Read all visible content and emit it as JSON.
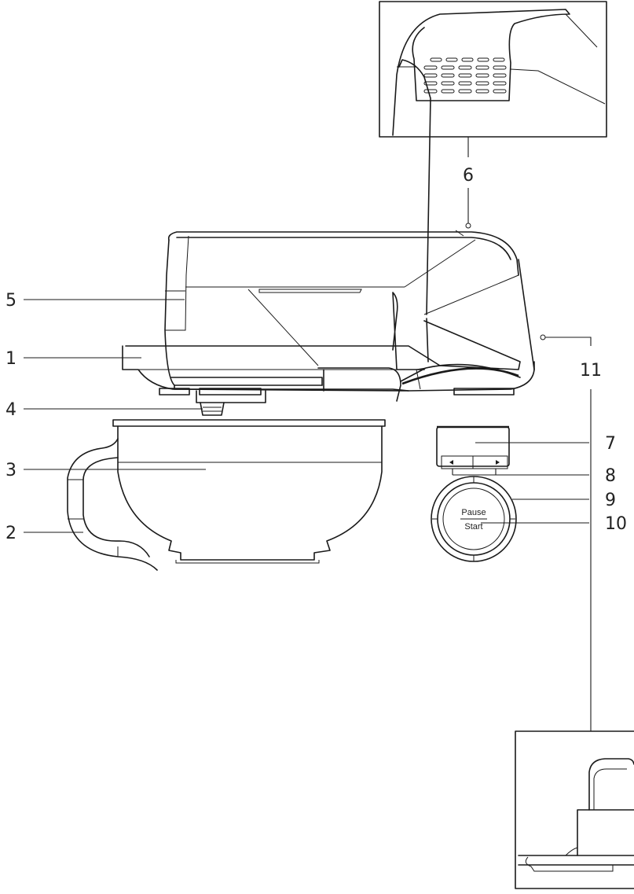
{
  "callouts": [
    {
      "id": "1",
      "label": "1"
    },
    {
      "id": "2",
      "label": "2"
    },
    {
      "id": "3",
      "label": "3"
    },
    {
      "id": "4",
      "label": "4"
    },
    {
      "id": "5",
      "label": "5"
    },
    {
      "id": "6",
      "label": "6"
    },
    {
      "id": "7",
      "label": "7"
    },
    {
      "id": "8",
      "label": "8"
    },
    {
      "id": "9",
      "label": "9"
    },
    {
      "id": "10",
      "label": "10"
    },
    {
      "id": "11",
      "label": "11"
    }
  ],
  "start_button": {
    "line1": "Pause",
    "line2": "Start"
  },
  "icons": [
    "left-arrow-icon",
    "right-arrow-icon"
  ]
}
